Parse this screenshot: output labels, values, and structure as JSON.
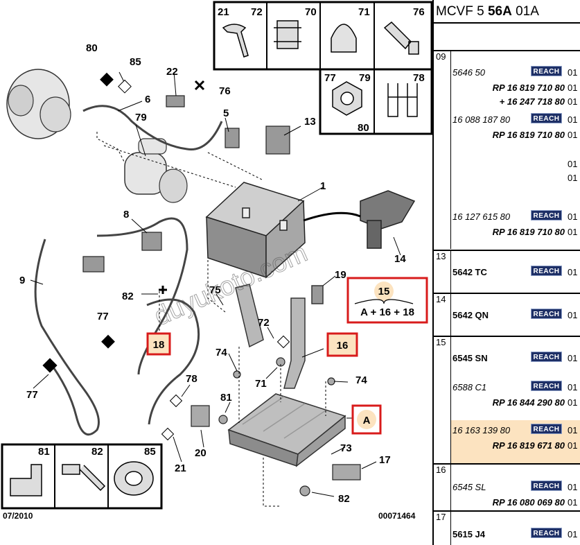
{
  "header": {
    "model": "MCVF 5",
    "engine": "56A",
    "suffix": "01A"
  },
  "footer": {
    "date": "07/2010",
    "code": "00071464"
  },
  "watermark": "duyukoto.com",
  "formula": {
    "top": "15",
    "bottom": "A + 16 + 18"
  },
  "callouts": {
    "c1": "1",
    "c5": "5",
    "c6": "6",
    "c8": "8",
    "c9": "9",
    "c13": "13",
    "c14": "14",
    "c15": "15",
    "c16": "16",
    "c17": "17",
    "c18": "18",
    "c19": "19",
    "c20": "20",
    "c21": "21",
    "c22": "22",
    "c71": "71",
    "c72": "72",
    "c73": "73",
    "c74a": "74",
    "c74b": "74",
    "c75": "75",
    "c76": "76",
    "c77a": "77",
    "c77b": "77",
    "c78": "78",
    "c79": "79",
    "c80": "80",
    "c81": "81",
    "c82a": "82",
    "c82b": "82",
    "c85": "85",
    "cA": "A"
  },
  "inset_top": {
    "labels": [
      "21",
      "72",
      "70",
      "71",
      "76"
    ]
  },
  "inset_mid": {
    "labels": [
      "77",
      "79",
      "78",
      "80"
    ]
  },
  "inset_bottom": {
    "labels": [
      "81",
      "82",
      "85"
    ]
  },
  "sidebar": {
    "badge": "REACH",
    "groups": [
      {
        "num": "09",
        "rows": [
          {
            "text": "5646 50",
            "style": "it",
            "reach": true,
            "qty": "01"
          },
          {
            "text": "RP 16 819 710 80",
            "style": "bd",
            "reach": false,
            "qty": "01"
          },
          {
            "text": "+ 16 247 718 80",
            "style": "bd",
            "reach": false,
            "qty": "01"
          },
          {
            "text": "16 088 187 80",
            "style": "it",
            "reach": true,
            "qty": "01"
          },
          {
            "text": "RP 16 819 710 80",
            "style": "bd",
            "reach": false,
            "qty": "01"
          },
          {
            "text": "",
            "style": "it",
            "reach": false,
            "qty": "01"
          },
          {
            "text": "",
            "style": "it",
            "reach": false,
            "qty": "01"
          },
          {
            "text": "16 127 615 80",
            "style": "it",
            "reach": true,
            "qty": "01"
          },
          {
            "text": "RP 16 819 710 80",
            "style": "bd",
            "reach": false,
            "qty": "01"
          }
        ]
      },
      {
        "num": "13",
        "rows": [
          {
            "text": "5642 TC",
            "style": "bn",
            "reach": true,
            "qty": "01"
          }
        ]
      },
      {
        "num": "14",
        "rows": [
          {
            "text": "5642 QN",
            "style": "bn",
            "reach": true,
            "qty": "01"
          }
        ]
      },
      {
        "num": "15",
        "rows": [
          {
            "text": "6545 SN",
            "style": "bn",
            "reach": true,
            "qty": "01"
          },
          {
            "text": "6588 C1",
            "style": "it",
            "reach": true,
            "qty": "01"
          },
          {
            "text": "RP 16 844 290 80",
            "style": "bd",
            "reach": false,
            "qty": "01"
          },
          {
            "text": "16 163 139 80",
            "style": "it",
            "reach": true,
            "qty": "01"
          },
          {
            "text": "RP 16 819 671 80",
            "style": "bd",
            "reach": false,
            "qty": "01"
          }
        ]
      },
      {
        "num": "16",
        "rows": [
          {
            "text": "6545 SL",
            "style": "it",
            "reach": true,
            "qty": "01"
          },
          {
            "text": "RP 16 080 069 80",
            "style": "bd",
            "reach": false,
            "qty": "01"
          }
        ]
      },
      {
        "num": "17",
        "rows": [
          {
            "text": "5615 J4",
            "style": "bn",
            "reach": true,
            "qty": "01"
          }
        ]
      }
    ]
  }
}
